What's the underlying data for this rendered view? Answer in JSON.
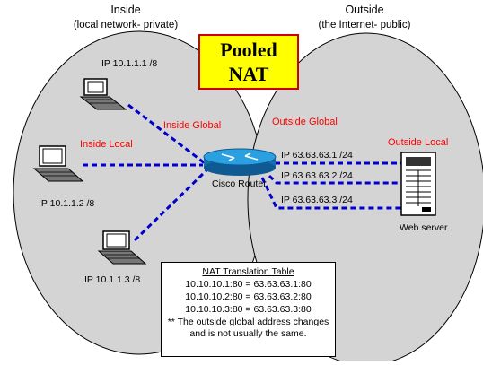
{
  "inside": {
    "title": "Inside",
    "subtitle": "(local network- private)"
  },
  "outside": {
    "title": "Outside",
    "subtitle": "(the Internet- public)"
  },
  "nat_box": {
    "line1": "Pooled",
    "line2": "NAT",
    "fill": "#ffff00",
    "border": "#cc0000"
  },
  "labels": {
    "inside_local": "Inside Local",
    "inside_global": "Inside Global",
    "outside_global": "Outside Global",
    "outside_local": "Outside Local",
    "router": "Cisco Router",
    "web_server": "Web server",
    "color": "#ff0000"
  },
  "hosts": [
    {
      "ip": "IP 10.1.1.1 /8"
    },
    {
      "ip": "IP 10.1.1.2 /8"
    },
    {
      "ip": "IP 10.1.1.3 /8"
    }
  ],
  "public_ips": [
    "IP 63.63.63.1 /24",
    "IP 63.63.63.2 /24",
    "IP 63.63.63.3 /24"
  ],
  "translation_table": {
    "title": "NAT Translation Table",
    "rows": [
      "10.10.10.1:80 = 63.63.63.1:80",
      "10.10.10.2:80 = 63.63.63.2:80",
      "10.10.10.3:80 = 63.63.63.3:80"
    ],
    "note": "** The outside global address changes and is not usually the same."
  },
  "colors": {
    "link": "#0000cc",
    "cloud": "#d4d4d4",
    "router": "#1e90d0"
  }
}
